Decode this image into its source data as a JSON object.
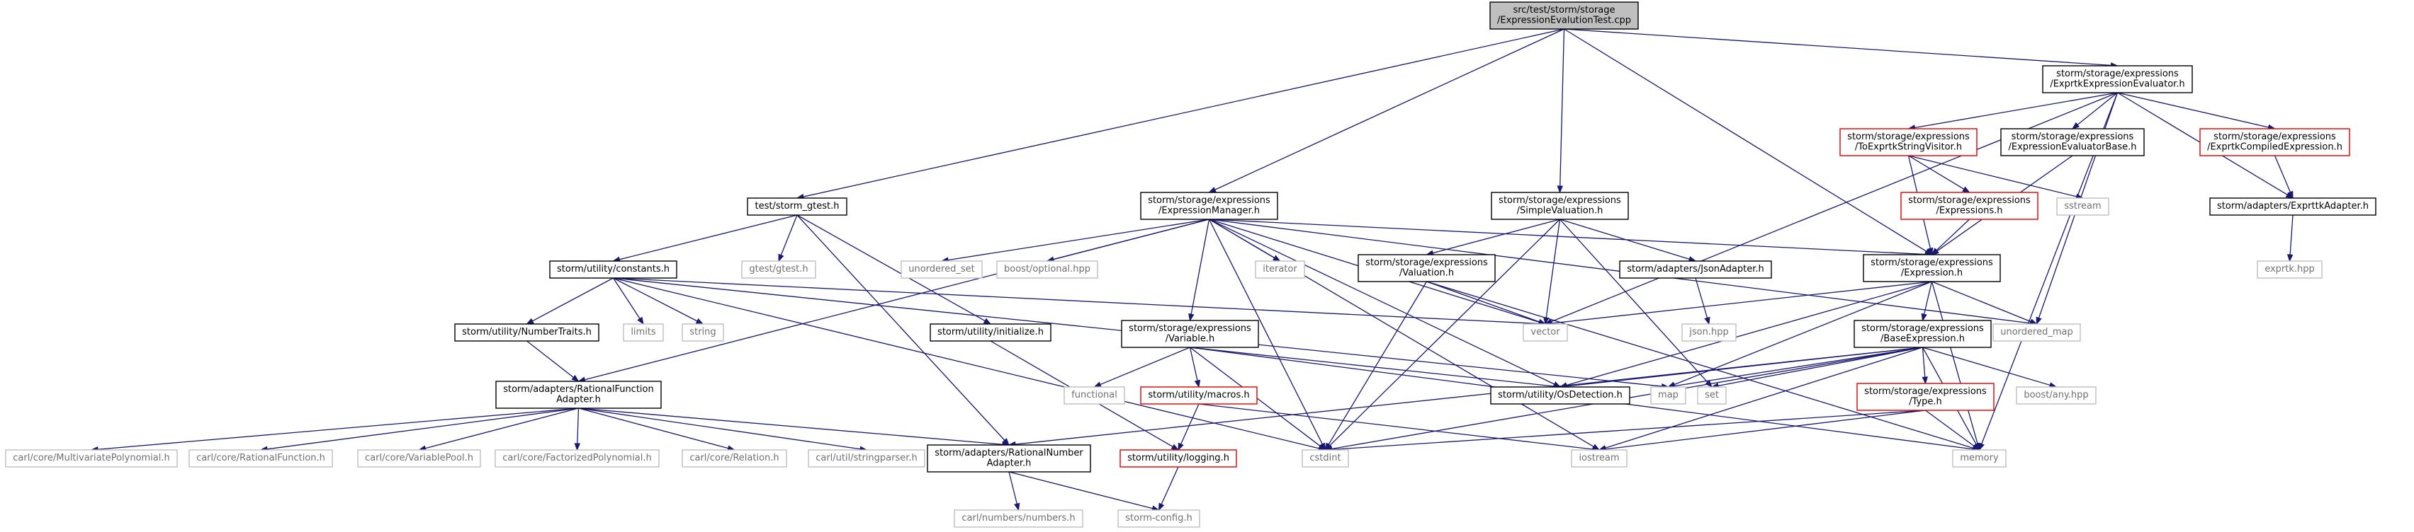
{
  "nodes": [
    {
      "id": "root",
      "lines": [
        "src/test/storm/storage",
        "/ExpressionEvalutionTest.cpp"
      ],
      "kind": "root"
    },
    {
      "id": "gtest_h",
      "lines": [
        "test/storm_gtest.h"
      ],
      "kind": "normal"
    },
    {
      "id": "exprmgr",
      "lines": [
        "storm/storage/expressions",
        "/ExpressionManager.h"
      ],
      "kind": "normal"
    },
    {
      "id": "simpleval",
      "lines": [
        "storm/storage/expressions",
        "/SimpleValuation.h"
      ],
      "kind": "normal"
    },
    {
      "id": "exprtkeval",
      "lines": [
        "storm/storage/expressions",
        "/ExprtkExpressionEvaluator.h"
      ],
      "kind": "normal"
    },
    {
      "id": "constants",
      "lines": [
        "storm/utility/constants.h"
      ],
      "kind": "normal"
    },
    {
      "id": "gtestgtest",
      "lines": [
        "gtest/gtest.h"
      ],
      "kind": "ext"
    },
    {
      "id": "initialize",
      "lines": [
        "storm/utility/initialize.h"
      ],
      "kind": "normal"
    },
    {
      "id": "numtraits",
      "lines": [
        "storm/utility/NumberTraits.h"
      ],
      "kind": "normal"
    },
    {
      "id": "rfadapter",
      "lines": [
        "storm/adapters/RationalFunction",
        "Adapter.h"
      ],
      "kind": "normal"
    },
    {
      "id": "limits",
      "lines": [
        "limits"
      ],
      "kind": "ext"
    },
    {
      "id": "string",
      "lines": [
        "string"
      ],
      "kind": "ext"
    },
    {
      "id": "multipoly",
      "lines": [
        "carl/core/MultivariatePolynomial.h"
      ],
      "kind": "ext"
    },
    {
      "id": "ratfunc",
      "lines": [
        "carl/core/RationalFunction.h"
      ],
      "kind": "ext"
    },
    {
      "id": "varpool",
      "lines": [
        "carl/core/VariablePool.h"
      ],
      "kind": "ext"
    },
    {
      "id": "factpoly",
      "lines": [
        "carl/core/FactorizedPolynomial.h"
      ],
      "kind": "ext"
    },
    {
      "id": "relation",
      "lines": [
        "carl/core/Relation.h"
      ],
      "kind": "ext"
    },
    {
      "id": "strparser",
      "lines": [
        "carl/util/stringparser.h"
      ],
      "kind": "ext"
    },
    {
      "id": "rnadapter",
      "lines": [
        "storm/adapters/RationalNumber",
        "Adapter.h"
      ],
      "kind": "normal"
    },
    {
      "id": "numbers",
      "lines": [
        "carl/numbers/numbers.h"
      ],
      "kind": "ext"
    },
    {
      "id": "stormconfig",
      "lines": [
        "storm-config.h"
      ],
      "kind": "ext"
    },
    {
      "id": "logging",
      "lines": [
        "storm/utility/logging.h"
      ],
      "kind": "red"
    },
    {
      "id": "unordset",
      "lines": [
        "unordered_set"
      ],
      "kind": "ext"
    },
    {
      "id": "boostopt",
      "lines": [
        "boost/optional.hpp"
      ],
      "kind": "ext"
    },
    {
      "id": "iterator",
      "lines": [
        "iterator"
      ],
      "kind": "ext"
    },
    {
      "id": "variable",
      "lines": [
        "storm/storage/expressions",
        "/Variable.h"
      ],
      "kind": "normal"
    },
    {
      "id": "functional",
      "lines": [
        "functional"
      ],
      "kind": "ext"
    },
    {
      "id": "macros",
      "lines": [
        "storm/utility/macros.h"
      ],
      "kind": "red"
    },
    {
      "id": "cstdint",
      "lines": [
        "cstdint"
      ],
      "kind": "ext"
    },
    {
      "id": "valuation",
      "lines": [
        "storm/storage/expressions",
        "/Valuation.h"
      ],
      "kind": "normal"
    },
    {
      "id": "jsonadapter",
      "lines": [
        "storm/adapters/JsonAdapter.h"
      ],
      "kind": "normal"
    },
    {
      "id": "jsonhpp",
      "lines": [
        "json.hpp"
      ],
      "kind": "ext"
    },
    {
      "id": "vector",
      "lines": [
        "vector"
      ],
      "kind": "ext"
    },
    {
      "id": "osdetect",
      "lines": [
        "storm/utility/OsDetection.h"
      ],
      "kind": "normal"
    },
    {
      "id": "map",
      "lines": [
        "map"
      ],
      "kind": "ext"
    },
    {
      "id": "set",
      "lines": [
        "set"
      ],
      "kind": "ext"
    },
    {
      "id": "iostream",
      "lines": [
        "iostream"
      ],
      "kind": "ext"
    },
    {
      "id": "memory",
      "lines": [
        "memory"
      ],
      "kind": "ext"
    },
    {
      "id": "toexprtk",
      "lines": [
        "storm/storage/expressions",
        "/ToExprtkStringVisitor.h"
      ],
      "kind": "red"
    },
    {
      "id": "evalbase",
      "lines": [
        "storm/storage/expressions",
        "/ExpressionEvaluatorBase.h"
      ],
      "kind": "normal"
    },
    {
      "id": "exprtkcomp",
      "lines": [
        "storm/storage/expressions",
        "/ExprtkCompiledExpression.h"
      ],
      "kind": "red"
    },
    {
      "id": "expressions",
      "lines": [
        "storm/storage/expressions",
        "/Expressions.h"
      ],
      "kind": "red"
    },
    {
      "id": "sstream",
      "lines": [
        "sstream"
      ],
      "kind": "ext"
    },
    {
      "id": "expression",
      "lines": [
        "storm/storage/expressions",
        "/Expression.h"
      ],
      "kind": "normal"
    },
    {
      "id": "exprtkadapter",
      "lines": [
        "storm/adapters/ExprttkAdapter.h"
      ],
      "kind": "normal"
    },
    {
      "id": "exprtkhpp",
      "lines": [
        "exprtk.hpp"
      ],
      "kind": "ext"
    },
    {
      "id": "unordmap",
      "lines": [
        "unordered_map"
      ],
      "kind": "ext"
    },
    {
      "id": "baseexpr",
      "lines": [
        "storm/storage/expressions",
        "/BaseExpression.h"
      ],
      "kind": "normal"
    },
    {
      "id": "type",
      "lines": [
        "storm/storage/expressions",
        "/Type.h"
      ],
      "kind": "red"
    },
    {
      "id": "boostany",
      "lines": [
        "boost/any.hpp"
      ],
      "kind": "ext"
    }
  ],
  "edges": [
    [
      "root",
      "gtest_h"
    ],
    [
      "root",
      "exprmgr"
    ],
    [
      "root",
      "simpleval"
    ],
    [
      "root",
      "exprtkeval"
    ],
    [
      "root",
      "expression"
    ],
    [
      "gtest_h",
      "constants"
    ],
    [
      "gtest_h",
      "gtestgtest"
    ],
    [
      "gtest_h",
      "initialize"
    ],
    [
      "gtest_h",
      "rnadapter"
    ],
    [
      "constants",
      "numtraits"
    ],
    [
      "constants",
      "limits"
    ],
    [
      "constants",
      "string"
    ],
    [
      "constants",
      "vector"
    ],
    [
      "constants",
      "map"
    ],
    [
      "constants",
      "cstdint"
    ],
    [
      "numtraits",
      "rfadapter"
    ],
    [
      "rfadapter",
      "multipoly"
    ],
    [
      "rfadapter",
      "ratfunc"
    ],
    [
      "rfadapter",
      "varpool"
    ],
    [
      "rfadapter",
      "factpoly"
    ],
    [
      "rfadapter",
      "relation"
    ],
    [
      "rfadapter",
      "strparser"
    ],
    [
      "rfadapter",
      "rnadapter"
    ],
    [
      "rnadapter",
      "numbers"
    ],
    [
      "rnadapter",
      "stormconfig"
    ],
    [
      "initialize",
      "logging"
    ],
    [
      "logging",
      "stormconfig"
    ],
    [
      "exprmgr",
      "rfadapter"
    ],
    [
      "exprmgr",
      "unordset"
    ],
    [
      "exprmgr",
      "boostopt"
    ],
    [
      "exprmgr",
      "iterator"
    ],
    [
      "exprmgr",
      "variable"
    ],
    [
      "exprmgr",
      "cstdint"
    ],
    [
      "exprmgr",
      "vector"
    ],
    [
      "exprmgr",
      "unordmap"
    ],
    [
      "exprmgr",
      "expression"
    ],
    [
      "exprmgr",
      "osdetect"
    ],
    [
      "exprmgr",
      "iostream"
    ],
    [
      "variable",
      "functional"
    ],
    [
      "variable",
      "macros"
    ],
    [
      "variable",
      "cstdint"
    ],
    [
      "variable",
      "osdetect"
    ],
    [
      "variable",
      "memory"
    ],
    [
      "macros",
      "logging"
    ],
    [
      "macros",
      "iostream"
    ],
    [
      "simpleval",
      "valuation"
    ],
    [
      "simpleval",
      "jsonadapter"
    ],
    [
      "simpleval",
      "vector"
    ],
    [
      "simpleval",
      "cstdint"
    ],
    [
      "simpleval",
      "set"
    ],
    [
      "valuation",
      "vector"
    ],
    [
      "valuation",
      "cstdint"
    ],
    [
      "valuation",
      "memory"
    ],
    [
      "jsonadapter",
      "jsonhpp"
    ],
    [
      "exprtkeval",
      "toexprtk"
    ],
    [
      "exprtkeval",
      "evalbase"
    ],
    [
      "exprtkeval",
      "exprtkcomp"
    ],
    [
      "exprtkeval",
      "exprtkadapter"
    ],
    [
      "exprtkeval",
      "vector"
    ],
    [
      "exprtkeval",
      "unordmap"
    ],
    [
      "exprtkeval",
      "memory"
    ],
    [
      "toexprtk",
      "expressions"
    ],
    [
      "toexprtk",
      "sstream"
    ],
    [
      "toexprtk",
      "expression"
    ],
    [
      "expressions",
      "expression"
    ],
    [
      "evalbase",
      "expression"
    ],
    [
      "exprtkcomp",
      "exprtkadapter"
    ],
    [
      "exprtkadapter",
      "exprtkhpp"
    ],
    [
      "expression",
      "baseexpr"
    ],
    [
      "expression",
      "vector"
    ],
    [
      "expression",
      "unordmap"
    ],
    [
      "expression",
      "memory"
    ],
    [
      "expression",
      "osdetect"
    ],
    [
      "expression",
      "map"
    ],
    [
      "baseexpr",
      "type"
    ],
    [
      "baseexpr",
      "boostany"
    ],
    [
      "baseexpr",
      "osdetect"
    ],
    [
      "baseexpr",
      "map"
    ],
    [
      "baseexpr",
      "set"
    ],
    [
      "baseexpr",
      "cstdint"
    ],
    [
      "baseexpr",
      "iostream"
    ],
    [
      "baseexpr",
      "memory"
    ],
    [
      "baseexpr",
      "rnadapter"
    ],
    [
      "type",
      "memory"
    ],
    [
      "type",
      "cstdint"
    ],
    [
      "type",
      "iostream"
    ]
  ]
}
